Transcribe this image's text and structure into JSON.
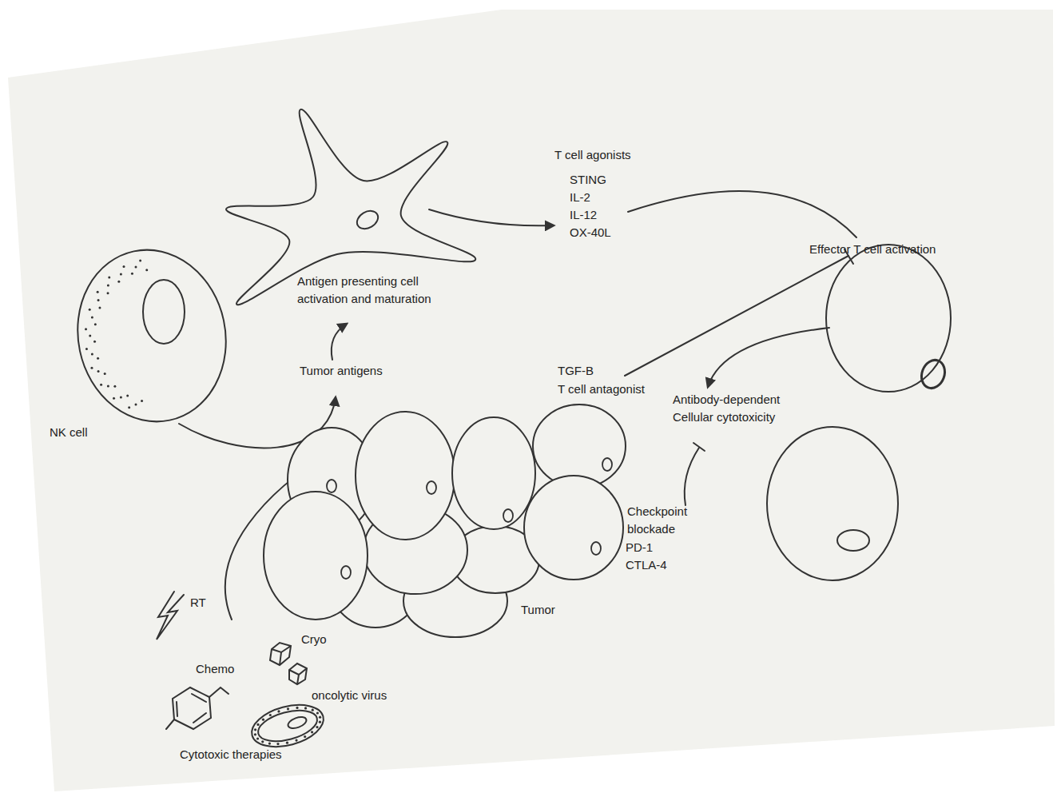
{
  "diagram": {
    "nodes": [
      {
        "text": [
          "NK cell"
        ]
      },
      {
        "text": [
          "Antigen presenting cell activation and maturation"
        ]
      },
      {
        "text": [
          "Tumor"
        ]
      }
    ],
    "labels": [
      "T cell agonists",
      "STING",
      "IL-2",
      "IL-12",
      "OX-40L",
      "Effector T cell activation",
      "Tumor antigens",
      "TGF-B",
      "T cell antagonist",
      "Antibody-dependent Cellular cytotoxicity",
      "Checkpoint blockade",
      "PD-1",
      "CTLA-4",
      "RT",
      "Cryo",
      "Chemo",
      "oncolytic virus",
      "Cytotoxic therapies"
    ]
  }
}
